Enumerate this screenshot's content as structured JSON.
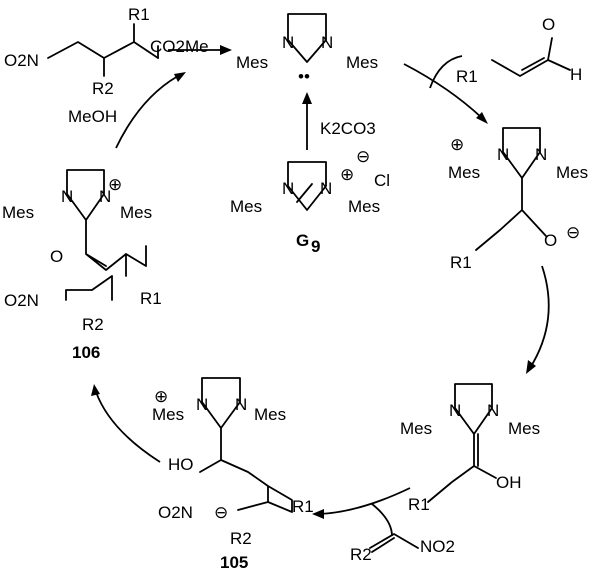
{
  "scheme": {
    "top_left_product": {
      "o2n": "O2N",
      "r1": "R1",
      "r2": "R2",
      "co2me": "CO2Me"
    },
    "carbene": {
      "left_mes": "Mes",
      "right_mes": "Mes",
      "lone_pair": "••"
    },
    "aldehyde": {
      "r1": "R1",
      "o": "O",
      "h": "H"
    },
    "zwitterion": {
      "mes_left": "Mes",
      "mes_right": "Mes",
      "o_minus": "O",
      "r1": "R1"
    },
    "breslow": {
      "mes_left": "Mes",
      "mes_right": "Mes",
      "oh": "OH",
      "r1": "R1"
    },
    "nitroalkene": {
      "r2": "R2",
      "no2": "NO2"
    },
    "intermediate_105": {
      "label": "105",
      "mes_left": "Mes",
      "mes_right": "Mes",
      "ho": "HO",
      "o2n": "O2N",
      "r1": "R1",
      "r2": "R2"
    },
    "intermediate_106": {
      "label": "106",
      "mes_left": "Mes",
      "mes_right": "Mes",
      "o": "O",
      "o2n": "O2N",
      "r1": "R1",
      "r2": "R2"
    },
    "precatalyst": {
      "label": "G",
      "label_sub": "9",
      "mes_left": "Mes",
      "mes_right": "Mes",
      "counterion": "Cl"
    },
    "reagents": {
      "base": "K2CO3",
      "methanol": "MeOH"
    }
  }
}
